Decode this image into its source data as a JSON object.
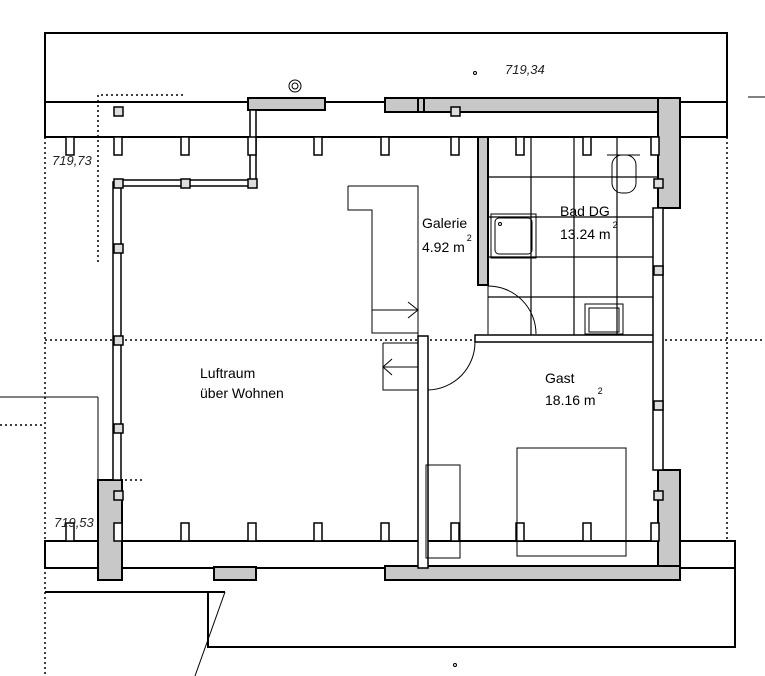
{
  "rooms": {
    "galerie": {
      "name": "Galerie",
      "area": "4.92 m",
      "sup": "2"
    },
    "bad": {
      "name": "Bad DG",
      "area": "13.24 m",
      "sup": "2"
    },
    "gast": {
      "name": "Gast",
      "area": "18.16 m",
      "sup": "2"
    },
    "luftraum": {
      "line1": "Luftraum",
      "line2": "über Wohnen"
    }
  },
  "elevations": {
    "top": "719,34",
    "left_top": "719,73",
    "left_bottom": "719,53"
  }
}
